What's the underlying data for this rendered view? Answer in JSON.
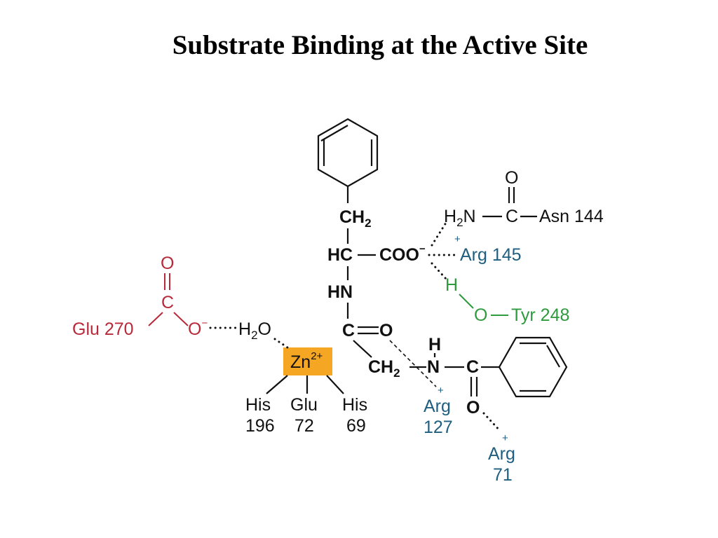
{
  "title": "Substrate Binding at the Active Site",
  "labels": {
    "ch2_top": "CH",
    "hc": "HC",
    "coo": "COO",
    "hn": "HN",
    "co_c": "C",
    "co_o": "O",
    "ch2_low": "CH",
    "nh_h": "H",
    "nh_n": "N",
    "amide_c": "C",
    "amide_o": "O",
    "sub2": "2",
    "minus": "−",
    "plus": "+",
    "h2o": "H",
    "h2o_o": "O",
    "zn": "Zn",
    "zn_charge": "2+"
  },
  "residues": {
    "asn": {
      "h2n": "H",
      "n": "N",
      "c": "C",
      "o": "O",
      "name": "Asn 144"
    },
    "arg145": "Arg 145",
    "tyr": {
      "h": "H",
      "o": "O",
      "name": "Tyr 248"
    },
    "glu270": {
      "name": "Glu 270",
      "c": "C",
      "o_top": "O",
      "o_minus": "O"
    },
    "his196": {
      "name": "His",
      "num": "196"
    },
    "glu72": {
      "name": "Glu",
      "num": "72"
    },
    "his69": {
      "name": "His",
      "num": "69"
    },
    "arg127": {
      "name": "Arg",
      "num": "127"
    },
    "arg71": {
      "name": "Arg",
      "num": "71"
    }
  },
  "colors": {
    "residue_blue": "#1e5f80",
    "residue_red": "#b8293a",
    "residue_green": "#2f9a3e",
    "zinc_box": "#f5a623"
  }
}
